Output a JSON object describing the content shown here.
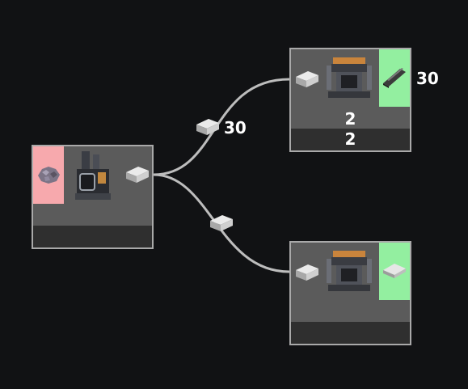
{
  "nodes": {
    "source": {
      "input_icon": "iron-ore-icon",
      "machine_icon": "crusher-machine-icon",
      "output_icon": "iron-ingot-icon"
    },
    "top_right": {
      "input_icon": "iron-ingot-icon",
      "machine_icon": "press-machine-icon",
      "output_icon": "iron-rod-icon",
      "output_rate": "30",
      "machine_count": "2",
      "footer_count": "2"
    },
    "bottom_right": {
      "input_icon": "iron-ingot-icon",
      "machine_icon": "press-machine-icon",
      "output_icon": "iron-plate-icon"
    }
  },
  "edges": {
    "to_top": {
      "item_icon": "iron-ingot-icon",
      "rate": "30"
    },
    "to_bottom": {
      "item_icon": "iron-ingot-icon"
    }
  },
  "colors": {
    "background": "#111214",
    "node_body": "#5b5b5b",
    "node_border": "#a9a9a9",
    "node_footer": "#2f2f2f",
    "input_slot": "#f7a9ad",
    "output_slot": "#93efa0",
    "edge_line": "#bdbdbd"
  }
}
